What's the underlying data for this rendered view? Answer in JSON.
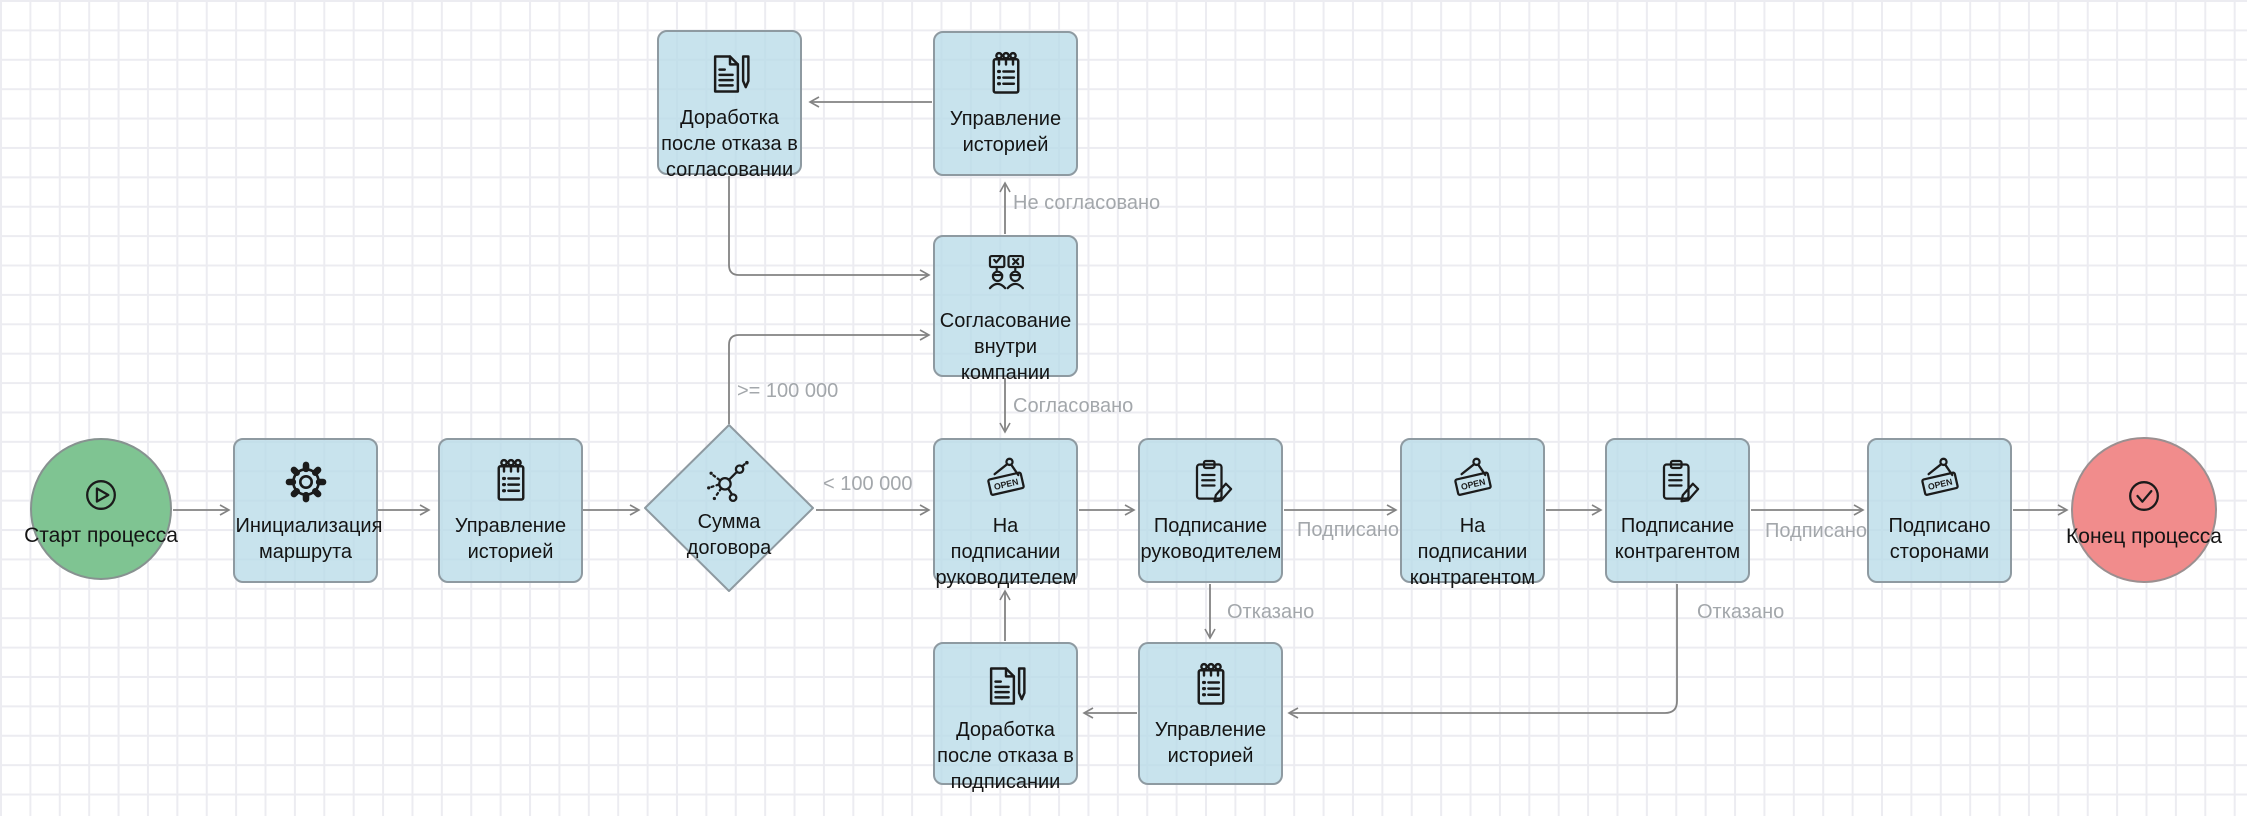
{
  "diagram": {
    "nodes": {
      "start": "Старт процесса",
      "init_route": "Инициализация маршрута",
      "history_main": "Управление историей",
      "contract_amount": "Сумма договора",
      "rework_approval": "Доработка после отказа в согласовании",
      "history_top": "Управление историей",
      "internal_approval": "Согласование внутри компании",
      "pending_manager": "На подписании руководителем",
      "signing_manager": "Подписание руководителем",
      "pending_counterparty": "На подписании контрагентом",
      "signing_counterparty": "Подписание контрагентом",
      "signed_parties": "Подписано сторонами",
      "end": "Конец процесса",
      "rework_signing": "Доработка после отказа в подписании",
      "history_bottom": "Управление историей"
    },
    "edge_labels": {
      "not_approved": "Не согласовано",
      "approved": "Согласовано",
      "gte_100000": ">= 100 000",
      "lt_100000": "< 100 000",
      "signed_manager": "Подписано",
      "signed_counterparty": "Подписано",
      "rejected_manager": "Отказано",
      "rejected_counterparty": "Отказано"
    },
    "icons": {
      "open_text": "OPEN"
    },
    "colors": {
      "task_fill": "#c6e1eb",
      "task_border": "#8e9aa1",
      "start_fill": "#7fc492",
      "end_fill": "#f18c8c",
      "edge_line": "#838383",
      "edge_label_text": "#a3a7ab",
      "grid_line": "#ececf1",
      "icon_stroke": "#1b1b1b"
    }
  }
}
